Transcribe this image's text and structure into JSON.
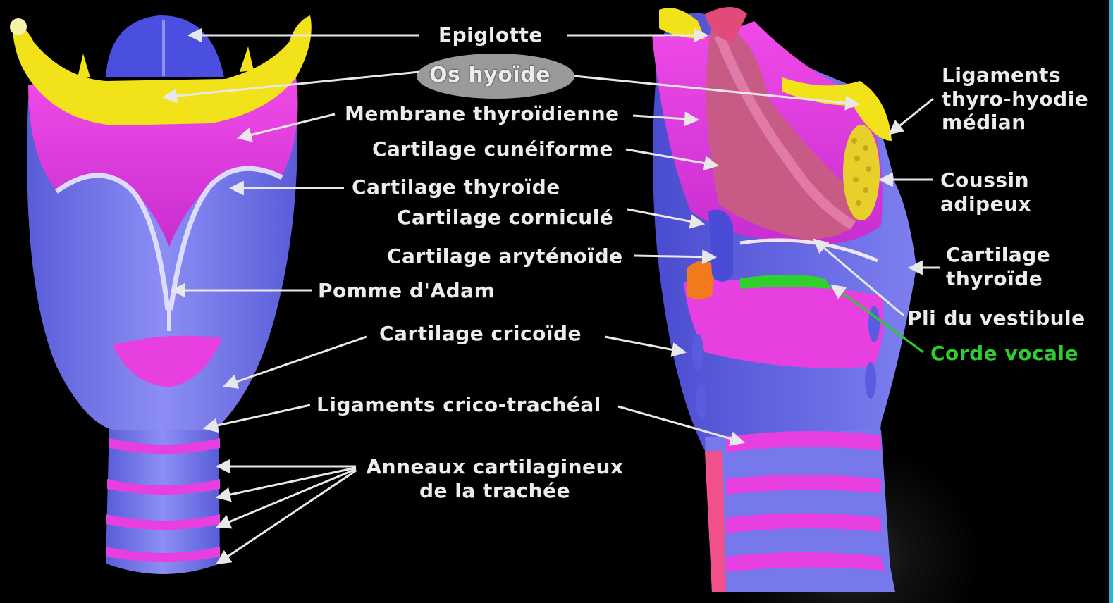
{
  "labels": {
    "epiglotte": "Epiglotte",
    "os_hyoide": "Os hyoïde",
    "membrane_thyroidienne": "Membrane thyroïdienne",
    "cartilage_cuneiforme": "Cartilage cunéiforme",
    "cartilage_thyroide": "Cartilage thyroïde",
    "cartilage_cornicule": "Cartilage corniculé",
    "cartilage_arytenoide": "Cartilage aryténoïde",
    "pomme_adam": "Pomme d'Adam",
    "cartilage_cricoide": "Cartilage cricoïde",
    "ligaments_crico_tracheal": "Ligaments crico-trachéal",
    "anneaux_line1": "Anneaux cartilagineux",
    "anneaux_line2": "de la trachée",
    "ligaments_thyro_line1": "Ligaments",
    "ligaments_thyro_line2": "thyro-hyodie",
    "ligaments_thyro_line3": "médian",
    "coussin_line1": "Coussin",
    "coussin_line2": "adipeux",
    "cartilage_thyroide_right_line1": "Cartilage",
    "cartilage_thyroide_right_line2": "thyroïde",
    "pli_vestibule": "Pli du vestibule",
    "corde_vocale": "Corde vocale"
  },
  "colors": {
    "cartilage_blue": "#7b7cf0",
    "tissue_magenta": "#e83fe0",
    "bone_yellow": "#f2e21a",
    "vocal_green": "#2fd12f",
    "arrow_white": "#e8e8e8",
    "label_white": "#ececec",
    "corde_vocale_green": "#2ecc2e",
    "frame_teal": "#2fb3c8"
  }
}
